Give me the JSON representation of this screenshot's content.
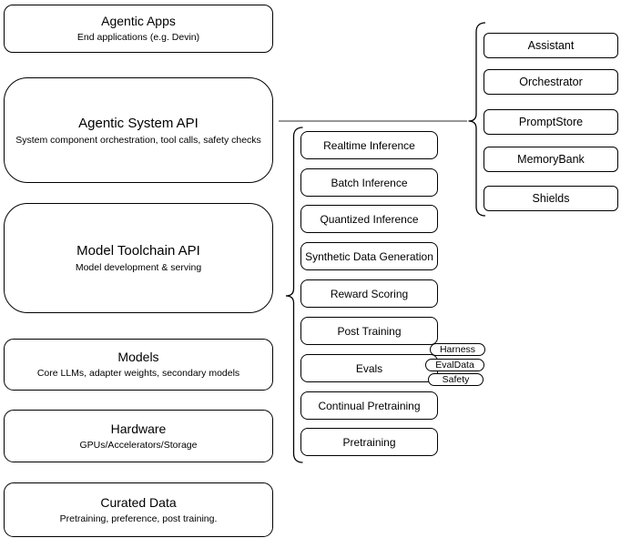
{
  "diagram": {
    "left_column": [
      {
        "title": "Agentic Apps",
        "subtitle": "End applications (e.g. Devin)"
      },
      {
        "title": "Agentic System API",
        "subtitle": "System component orchestration, tool calls, safety checks"
      },
      {
        "title": "Model Toolchain API",
        "subtitle": "Model development & serving"
      },
      {
        "title": "Models",
        "subtitle": "Core LLMs, adapter weights, secondary models"
      },
      {
        "title": "Hardware",
        "subtitle": "GPUs/Accelerators/Storage"
      },
      {
        "title": "Curated Data",
        "subtitle": "Pretraining, preference, post training."
      }
    ],
    "toolchain_services": [
      "Realtime Inference",
      "Batch Inference",
      "Quantized Inference",
      "Synthetic Data Generation",
      "Reward Scoring",
      "Post Training",
      "Evals",
      "Continual Pretraining",
      "Pretraining"
    ],
    "eval_tags": [
      "Harness",
      "EvalData",
      "Safety"
    ],
    "system_components": [
      "Assistant",
      "Orchestrator",
      "PromptStore",
      "MemoryBank",
      "Shields"
    ],
    "colors": {
      "stroke": "#000000",
      "connector": "#757575",
      "background": "#ffffff"
    }
  }
}
